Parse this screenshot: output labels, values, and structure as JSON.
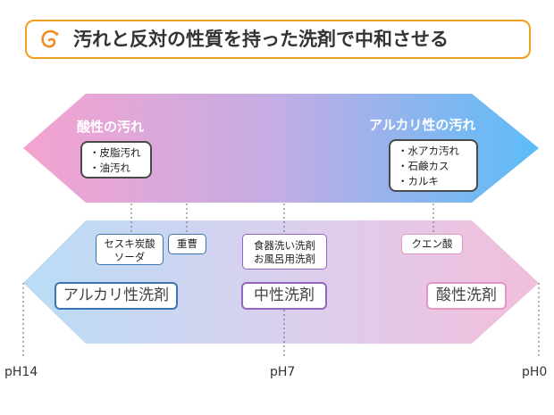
{
  "title": {
    "text": "汚れと反対の性質を持った洗剤で中和させる",
    "icon": "hook-icon"
  },
  "dirt": {
    "acid": {
      "heading": "酸性の汚れ",
      "items": [
        "・皮脂汚れ",
        "・油汚れ"
      ]
    },
    "alkali": {
      "heading": "アルカリ性の汚れ",
      "items": [
        "・水アカ汚れ",
        "・石鹸カス",
        "・カルキ"
      ]
    }
  },
  "products": {
    "sesqui": [
      "セスキ炭酸",
      "ソーダ"
    ],
    "baking": "重曹",
    "dish": [
      "食器洗い洗剤",
      "お風呂用洗剤"
    ],
    "citric": "クエン酸"
  },
  "detergents": {
    "alkaline": "アルカリ性洗剤",
    "neutral": "中性洗剤",
    "acidic": "酸性洗剤"
  },
  "ph": {
    "left": "pH14",
    "middle": "pH7",
    "right": "pH0"
  },
  "colors": {
    "accent": "#f0a020",
    "acid_pink": "#f5a3cf",
    "alkali_blue": "#5bbcf8",
    "alkaline_border": "#3a77b0",
    "neutral_border": "#9566c0",
    "acidic_border": "#e497c4"
  }
}
